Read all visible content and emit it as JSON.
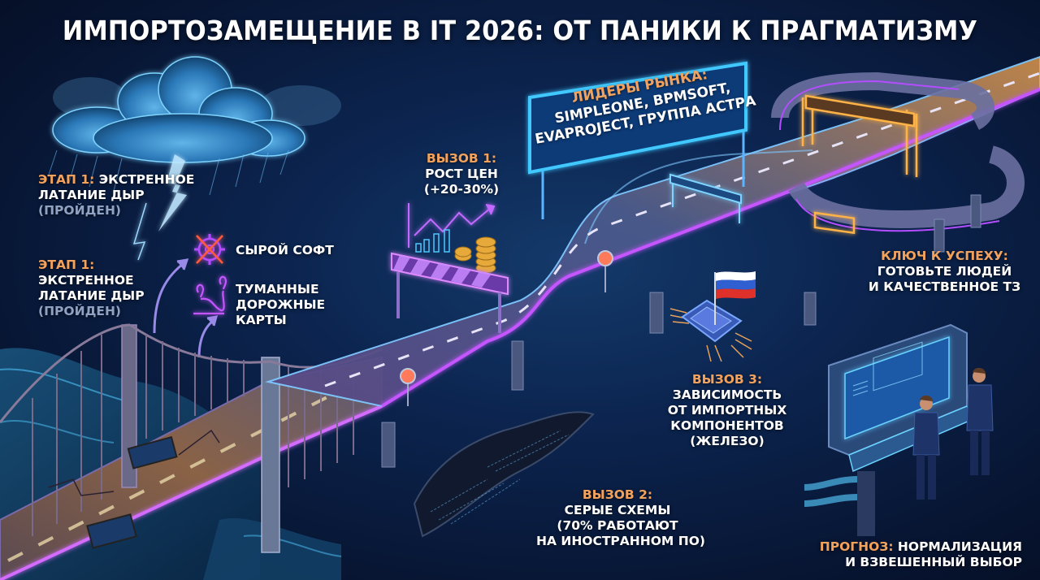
{
  "header": {
    "title": "ИМПОРТОЗАМЕЩЕНИЕ В IT 2026: ОТ ПАНИКИ К ПРАГМАТИЗМУ"
  },
  "colors": {
    "background": "#0a1f44",
    "accent_orange": "#f2a25d",
    "muted_blue": "#8fa2c4",
    "neon_purple": "#b44dff",
    "neon_blue": "#3fa9ff",
    "road": "#4a5378"
  },
  "stage1_top": {
    "prefix": "ЭТАП 1:",
    "line1_rest": " ЭКСТРЕННОЕ",
    "line2": "ЛАТАНИЕ ДЫР",
    "line3": "(ПРОЙДЕН)"
  },
  "stage1_bottom": {
    "prefix": "ЭТАП 1:",
    "line2": "ЭКСТРЕННОЕ",
    "line3": "ЛАТАНИЕ ДЫР",
    "line4": "(ПРОЙДЕН)"
  },
  "risks": [
    {
      "icon": "crossed-gear-icon",
      "lines": [
        "СЫРОЙ СОФТ"
      ]
    },
    {
      "icon": "route-map-icon",
      "lines": [
        "ТУМАННЫЕ",
        "ДОРОЖНЫЕ",
        "КАРТЫ"
      ]
    }
  ],
  "challenge1": {
    "prefix": "ВЫЗОВ 1:",
    "line2": "РОСТ ЦЕН",
    "line3": "(+20-30%)"
  },
  "market_leaders_sign": {
    "prefix": "ЛИДЕРЫ РЫНКА:",
    "line2": "SIMPLEONE, BPMSOFT,",
    "line3": "EVAPROJECT, ГРУППА АСТРА"
  },
  "key_to_success": {
    "prefix": "КЛЮЧ К УСПЕХУ:",
    "line2": "ГОТОВЬТЕ ЛЮДЕЙ",
    "line3": "И КАЧЕСТВЕННОЕ ТЗ"
  },
  "challenge3": {
    "prefix": "ВЫЗОВ 3:",
    "line2": "ЗАВИСИМОСТЬ",
    "line3": "ОТ ИМПОРТНЫХ",
    "line4": "КОМПОНЕНТОВ",
    "line5": "(ЖЕЛЕЗО)"
  },
  "challenge2": {
    "prefix": "ВЫЗОВ 2:",
    "line2": "СЕРЫЕ СХЕМЫ",
    "line3": "(70% РАБОТАЮТ",
    "line4": "НА ИНОСТРАННОМ ПО)"
  },
  "forecast": {
    "prefix": "ПРОГНОЗ:",
    "line1_rest": " НОРМАЛИЗАЦИЯ",
    "line2": "И ВЗВЕШЕННЫЙ ВЫБОР"
  },
  "illustrations": {
    "storm_cloud": "storm-cloud-with-lightning",
    "old_bridge": "cracked-suspension-bridge-with-patches",
    "barrier": "striped-road-barrier-with-rising-chart-and-coins",
    "highway": "neon-elevated-highway-interchange",
    "gate": "glowing-orange-gateway-arch",
    "chip": "microchip-with-russian-flag",
    "ground_crack": "chasm-with-code-lines",
    "control_panel": "two-engineers-at-blueprint-console"
  }
}
